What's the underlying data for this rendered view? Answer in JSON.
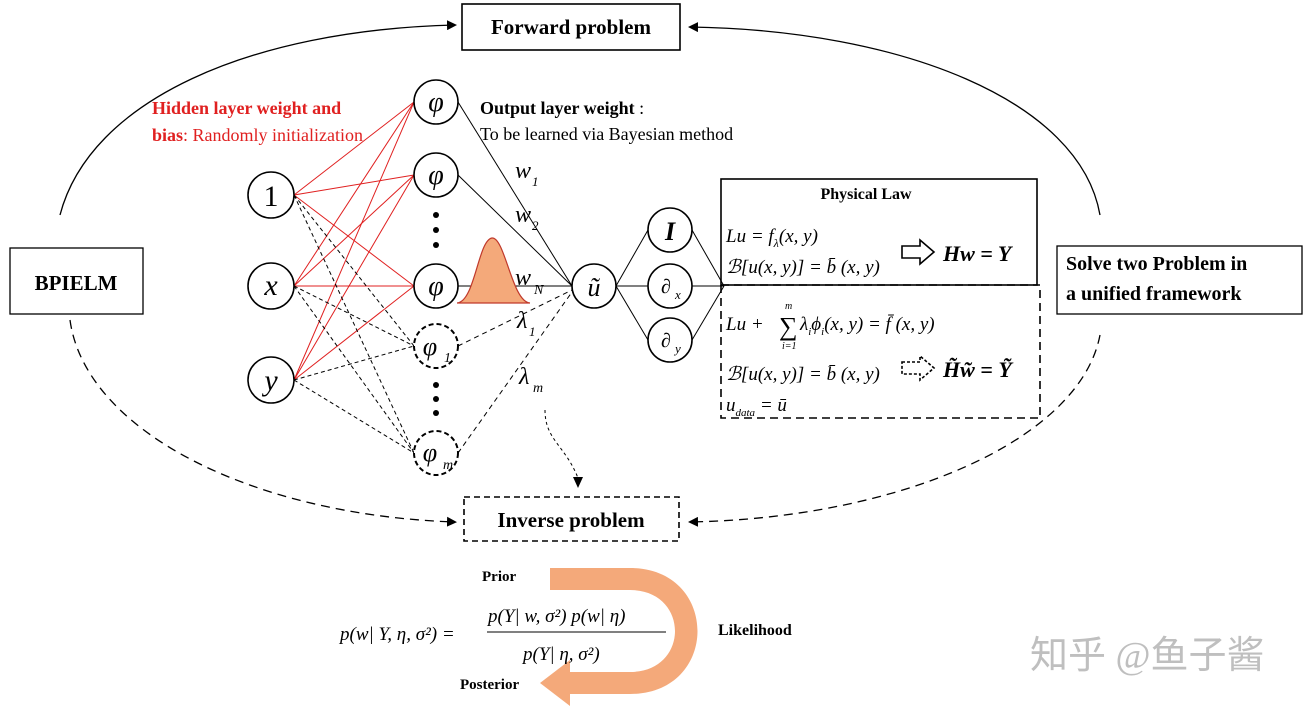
{
  "titles": {
    "forward": "Forward problem",
    "inverse": "Inverse problem",
    "bpielm": "BPIELM",
    "solve_line1": "Solve two Problem in",
    "solve_line2": "a unified framework"
  },
  "hidden_layer": {
    "label_bold1": "Hidden layer weight and",
    "label_bold2": "bias",
    "label_rest": ": Randomly initialization"
  },
  "output_layer": {
    "label_bold": "Output layer weight",
    "label_colon": " :",
    "label_line2": "To be learned via Bayesian method"
  },
  "inputs": [
    "1",
    "x",
    "y"
  ],
  "hidden_nodes": [
    "φ",
    "φ",
    "φ"
  ],
  "extra_nodes": [
    "φ",
    "φ"
  ],
  "extra_subs": [
    "1",
    "m"
  ],
  "weights": {
    "w1": "w",
    "w1_sub": "1",
    "w2": "w",
    "w2_sub": "2",
    "wN": "w",
    "wN_sub": "N",
    "l1": "λ",
    "l1_sub": "1",
    "lm": "λ",
    "lm_sub": "m"
  },
  "output_node": "ũ",
  "ops": {
    "identity": "I",
    "dx": "∂",
    "dx_sub": "x",
    "dy": "∂",
    "dy_sub": "y"
  },
  "physical_law": {
    "title": "Physical Law",
    "eq1": "Lu = f",
    "eq1_sub": "λ",
    "eq1_rest": "(x, y)",
    "eq2": "ℬ[u(x, y)] = b̄ (x, y)",
    "result1": "Hw = Y",
    "eq3a": "Lu + ",
    "eq3_sum_top": "m",
    "eq3_sum_bot": "i=1",
    "eq3b": "λ",
    "eq3b_sub": "i",
    "eq3c": "ϕ",
    "eq3c_sub": "i",
    "eq3d": "(x, y) = f̄ (x, y)",
    "eq4": "ℬ[u(x, y)] = b̄ (x, y)",
    "result2": "H̃w̃ = Ỹ",
    "eq5": "u",
    "eq5_sub": "data",
    "eq5_rest": " = ū"
  },
  "bayes": {
    "prior": "Prior",
    "posterior": "Posterior",
    "likelihood": "Likelihood",
    "lhs": "p(w| Y, η, σ²) =",
    "numerator": "p(Y| w, σ²) p(w| η)",
    "denominator": "p(Y| η, σ²)"
  },
  "watermark": "知乎 @鱼子酱",
  "colors": {
    "red": "#e02020",
    "orange": "#f4a97a",
    "orange_dark": "#c0392b",
    "black": "#000000"
  }
}
